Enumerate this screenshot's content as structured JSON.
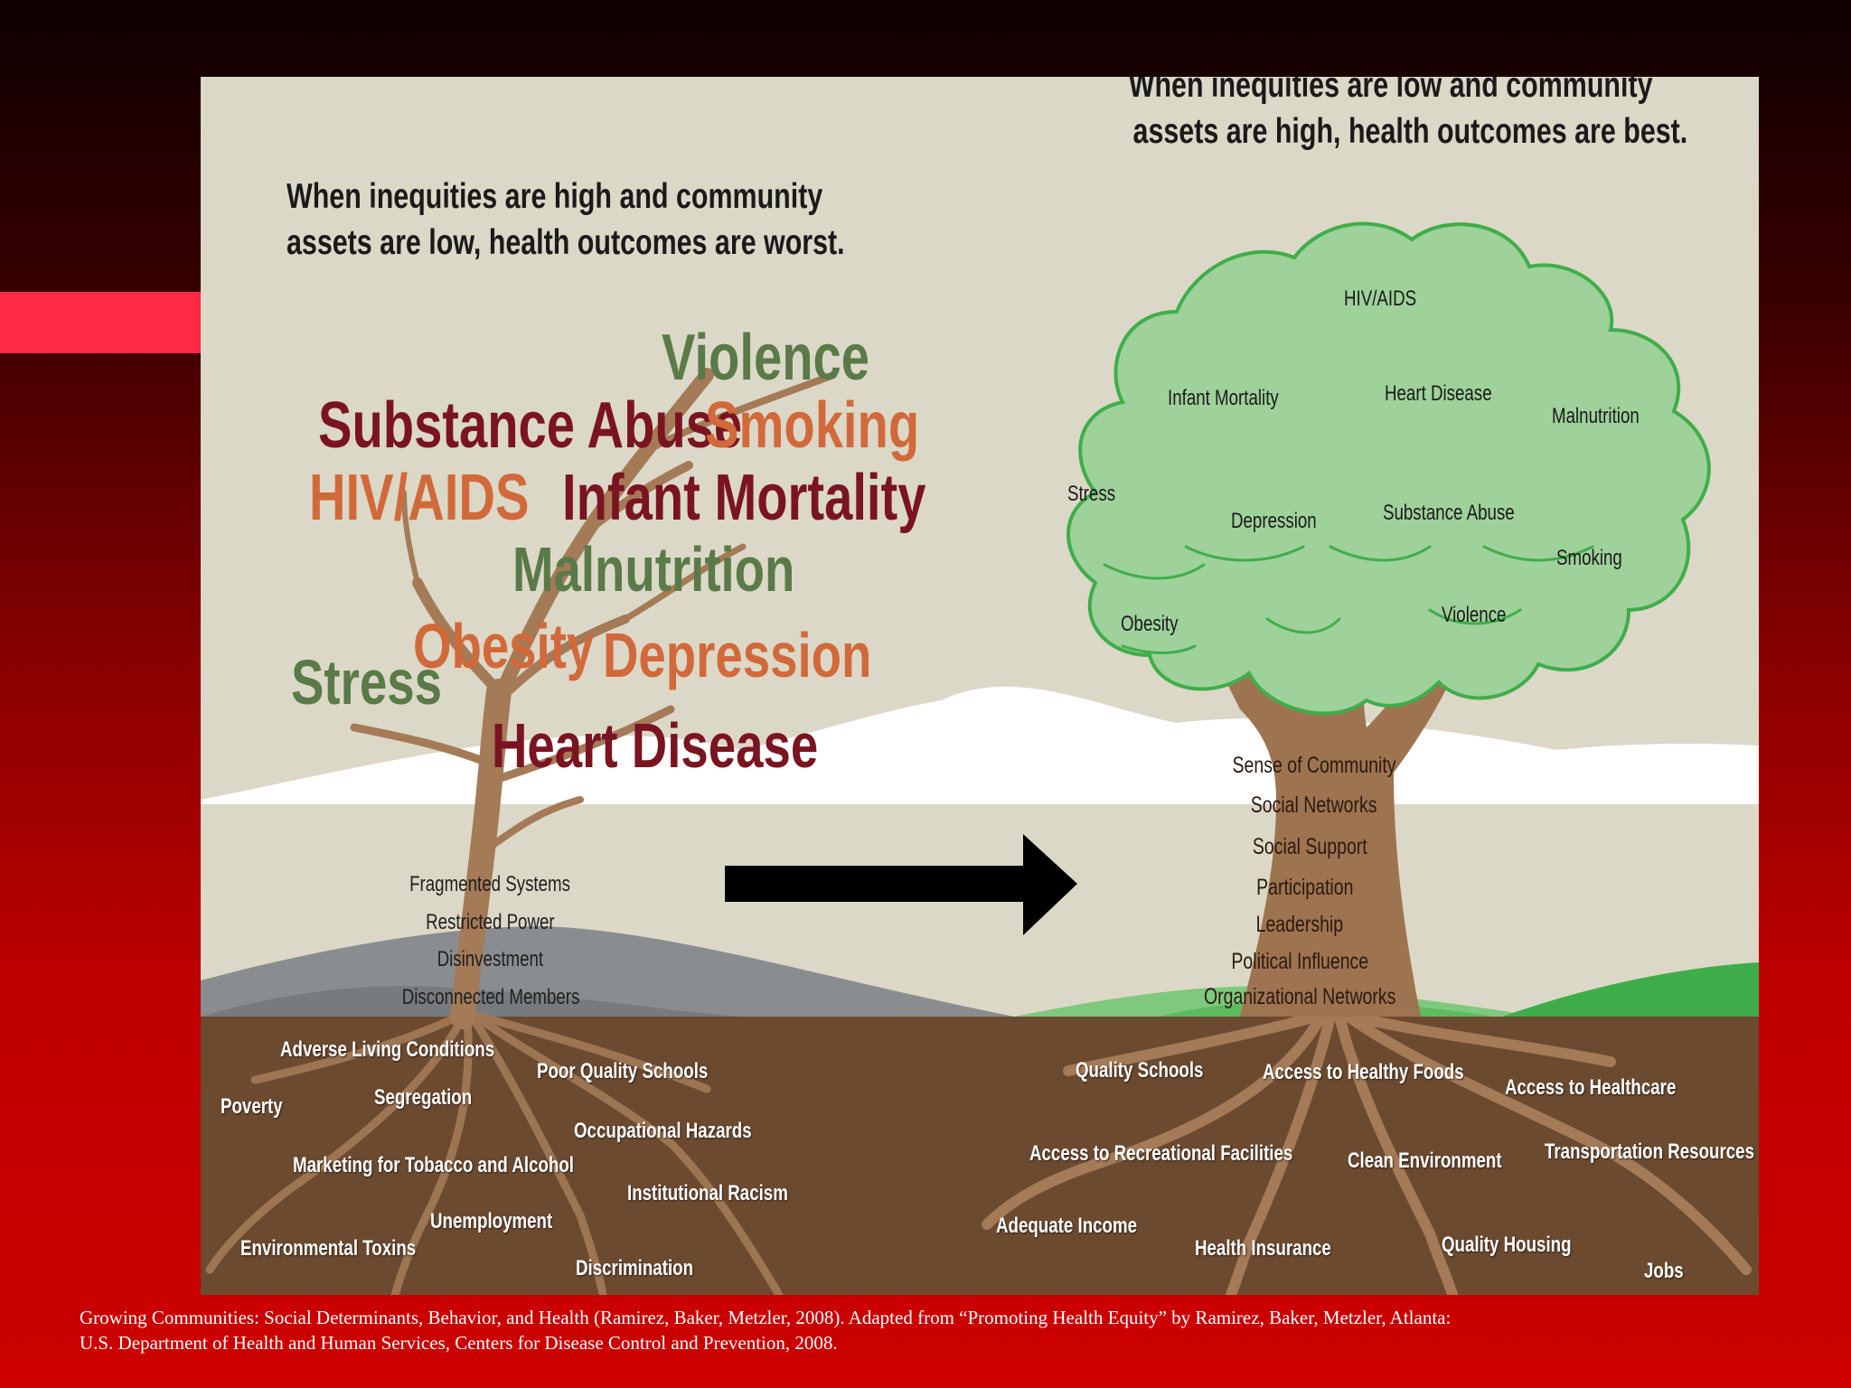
{
  "left_heading": [
    "When inequities are high and community",
    "assets are low, health outcomes are worst."
  ],
  "right_heading": [
    "When inequities are low and community",
    "assets are high, health outcomes are best."
  ],
  "left_outcomes": {
    "violence": "Violence",
    "substance_abuse": "Substance Abuse",
    "smoking": "Smoking",
    "hiv_aids": "HIV/AIDS",
    "infant_mortality": "Infant Mortality",
    "malnutrition": "Malnutrition",
    "obesity": "Obesity",
    "depression": "Depression",
    "stress": "Stress",
    "heart_disease": "Heart Disease"
  },
  "left_trunk": [
    "Fragmented Systems",
    "Restricted Power",
    "Disinvestment",
    "Disconnected Members"
  ],
  "left_roots": {
    "adverse_living": "Adverse Living Conditions",
    "poor_schools": "Poor Quality Schools",
    "poverty": "Poverty",
    "segregation": "Segregation",
    "occupational": "Occupational Hazards",
    "marketing": "Marketing for Tobacco and Alcohol",
    "racism": "Institutional Racism",
    "unemployment": "Unemployment",
    "toxins": "Environmental Toxins",
    "discrimination": "Discrimination"
  },
  "right_canopy": {
    "hiv_aids": "HIV/AIDS",
    "infant_mortality": "Infant Mortality",
    "heart_disease": "Heart Disease",
    "malnutrition": "Malnutrition",
    "stress": "Stress",
    "depression": "Depression",
    "substance_abuse": "Substance Abuse",
    "smoking": "Smoking",
    "obesity": "Obesity",
    "violence": "Violence"
  },
  "right_trunk": [
    "Sense of Community",
    "Social Networks",
    "Social Support",
    "Participation",
    "Leadership",
    "Political Influence",
    "Organizational Networks"
  ],
  "right_roots": {
    "quality_schools": "Quality Schools",
    "healthy_foods": "Access to Healthy Foods",
    "healthcare": "Access to Healthcare",
    "recreational": "Access to Recreational Facilities",
    "clean_env": "Clean Environment",
    "transportation": "Transportation Resources",
    "income": "Adequate Income",
    "insurance": "Health Insurance",
    "housing": "Quality Housing",
    "jobs": "Jobs"
  },
  "citation": [
    "Growing Communities: Social Determinants, Behavior, and Health (Ramirez, Baker, Metzler, 2008). Adapted from “Promoting Health Equity” by Ramirez, Baker, Metzler, Atlanta:",
    "U.S. Department of Health and Human Services, Centers for Disease Control and Prevention, 2008."
  ]
}
